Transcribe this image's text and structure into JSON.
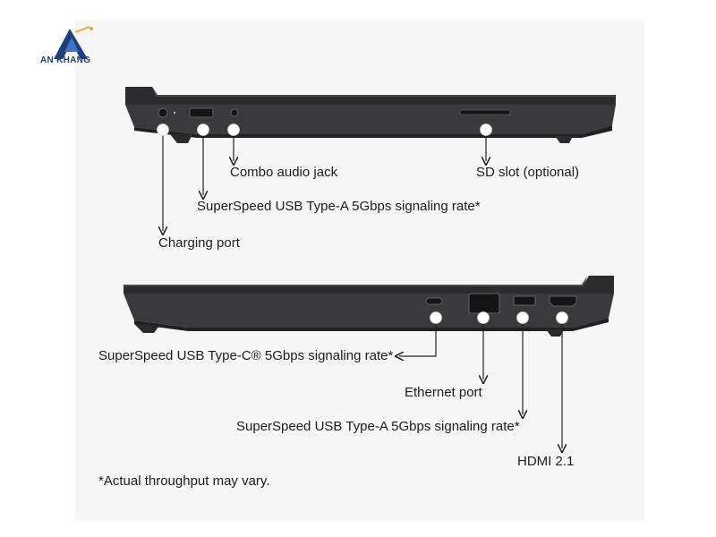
{
  "brand": {
    "name": "AN KHANG",
    "tagline": "",
    "colors": {
      "primary": "#1f3f7a",
      "accent": "#f2a81d"
    }
  },
  "top_view": {
    "ports": [
      {
        "id": "charging-port",
        "label": "Charging port"
      },
      {
        "id": "usb-a-left",
        "label": "SuperSpeed USB Type-A 5Gbps signaling rate*"
      },
      {
        "id": "audio-jack",
        "label": "Combo audio jack"
      },
      {
        "id": "sd-slot",
        "label": "SD slot (optional)"
      }
    ]
  },
  "bottom_view": {
    "ports": [
      {
        "id": "usb-c",
        "label": "SuperSpeed USB Type-C® 5Gbps signaling rate*"
      },
      {
        "id": "ethernet",
        "label": "Ethernet port"
      },
      {
        "id": "usb-a-right",
        "label": "SuperSpeed USB Type-A 5Gbps signaling rate*"
      },
      {
        "id": "hdmi",
        "label": "HDMI 2.1"
      }
    ]
  },
  "footnote": "*Actual throughput may vary.",
  "colors": {
    "chassis": "#3a3a3c",
    "chassis_dark": "#232325",
    "panel_bg": "#f6f6f6",
    "callout": "#222222"
  }
}
